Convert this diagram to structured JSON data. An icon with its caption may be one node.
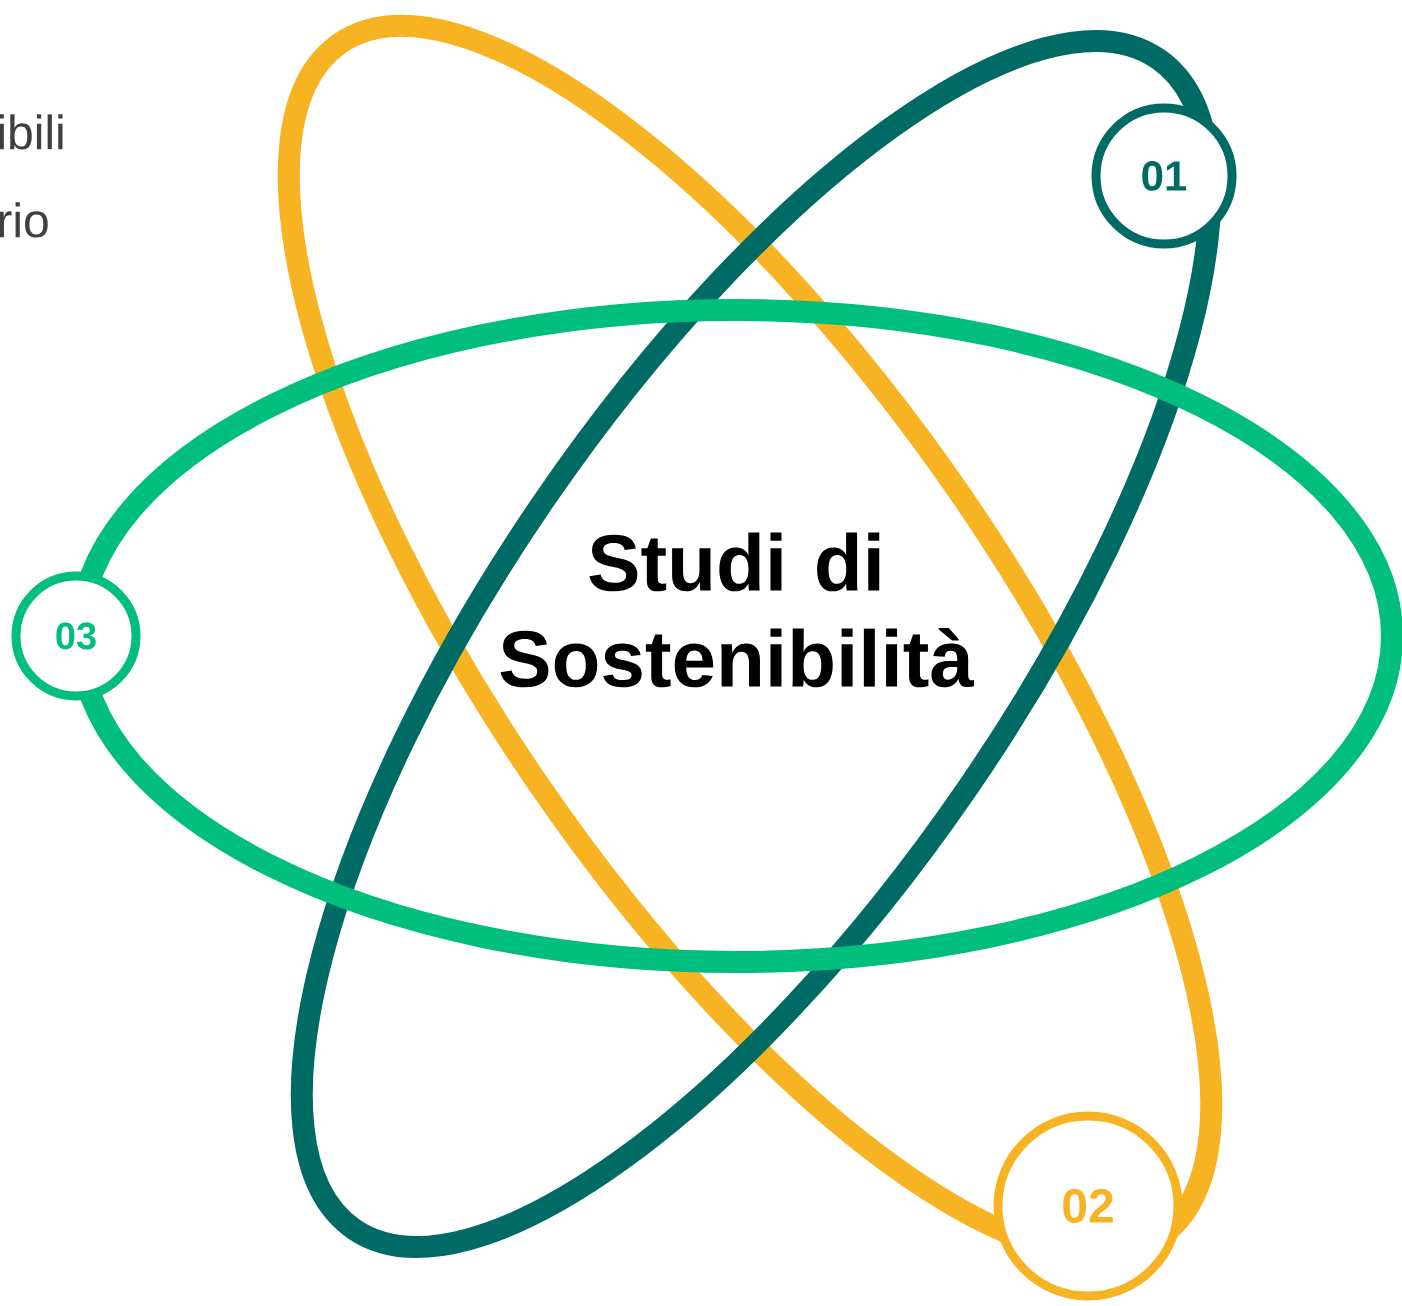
{
  "diagram": {
    "nodes": [
      {
        "text": [
          "01"
        ]
      },
      {
        "text": [
          "03"
        ]
      },
      {
        "text": [
          "02"
        ]
      }
    ],
    "labels": [
      "ibili",
      "rio",
      "Studi di Sostenibilità"
    ]
  }
}
